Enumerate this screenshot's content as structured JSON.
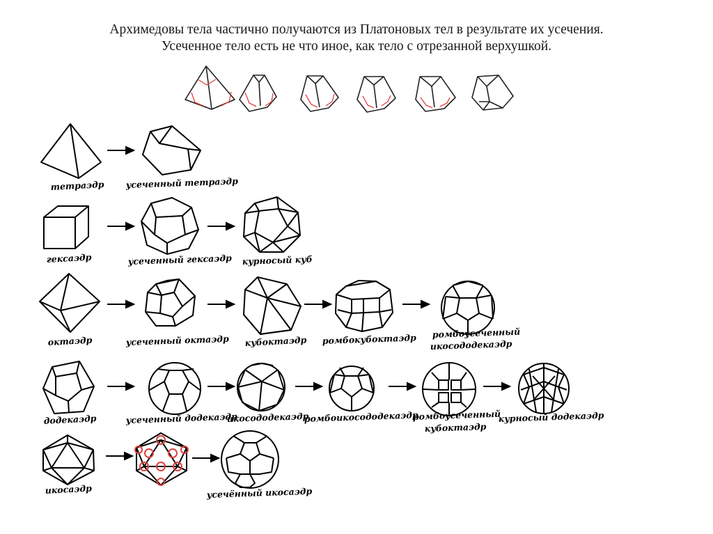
{
  "title": {
    "line1": "Архимедовы тела частично получаются из Платоновых тел в результате их усечения.",
    "line2": "Усеченное тело есть не что иное, как тело с отрезанной верхушкой."
  },
  "truncation_sequence": {
    "steps": 6,
    "cut_color": "#e0403c",
    "edge_color": "#000000"
  },
  "rows": [
    {
      "source": "тетраэдр",
      "derived": [
        [
          "усеченный тетраэдр"
        ]
      ]
    },
    {
      "source": "гексаэдр",
      "derived": [
        [
          "усеченный гексаэдр"
        ],
        [
          "курносый куб"
        ]
      ]
    },
    {
      "source": "октаэдр",
      "derived": [
        [
          "усеченный октаэдр"
        ],
        [
          "кубоктаэдр"
        ],
        [
          "ромбокубоктаэдр"
        ],
        [
          "ромбоусеченный",
          "икосододекаэдр"
        ]
      ]
    },
    {
      "source": "додекаэдр",
      "derived": [
        [
          "усеченный додекаэдр"
        ],
        [
          "икосододекаэдр"
        ],
        [
          "ромбоикосододекаэдр"
        ],
        [
          "ромбоусеченный",
          "кубоктаэдр"
        ],
        [
          "курносый додекаэдр"
        ]
      ]
    },
    {
      "source": "икосаэдр",
      "derived": [
        [
          "усечённый икосаэдр"
        ]
      ]
    }
  ]
}
